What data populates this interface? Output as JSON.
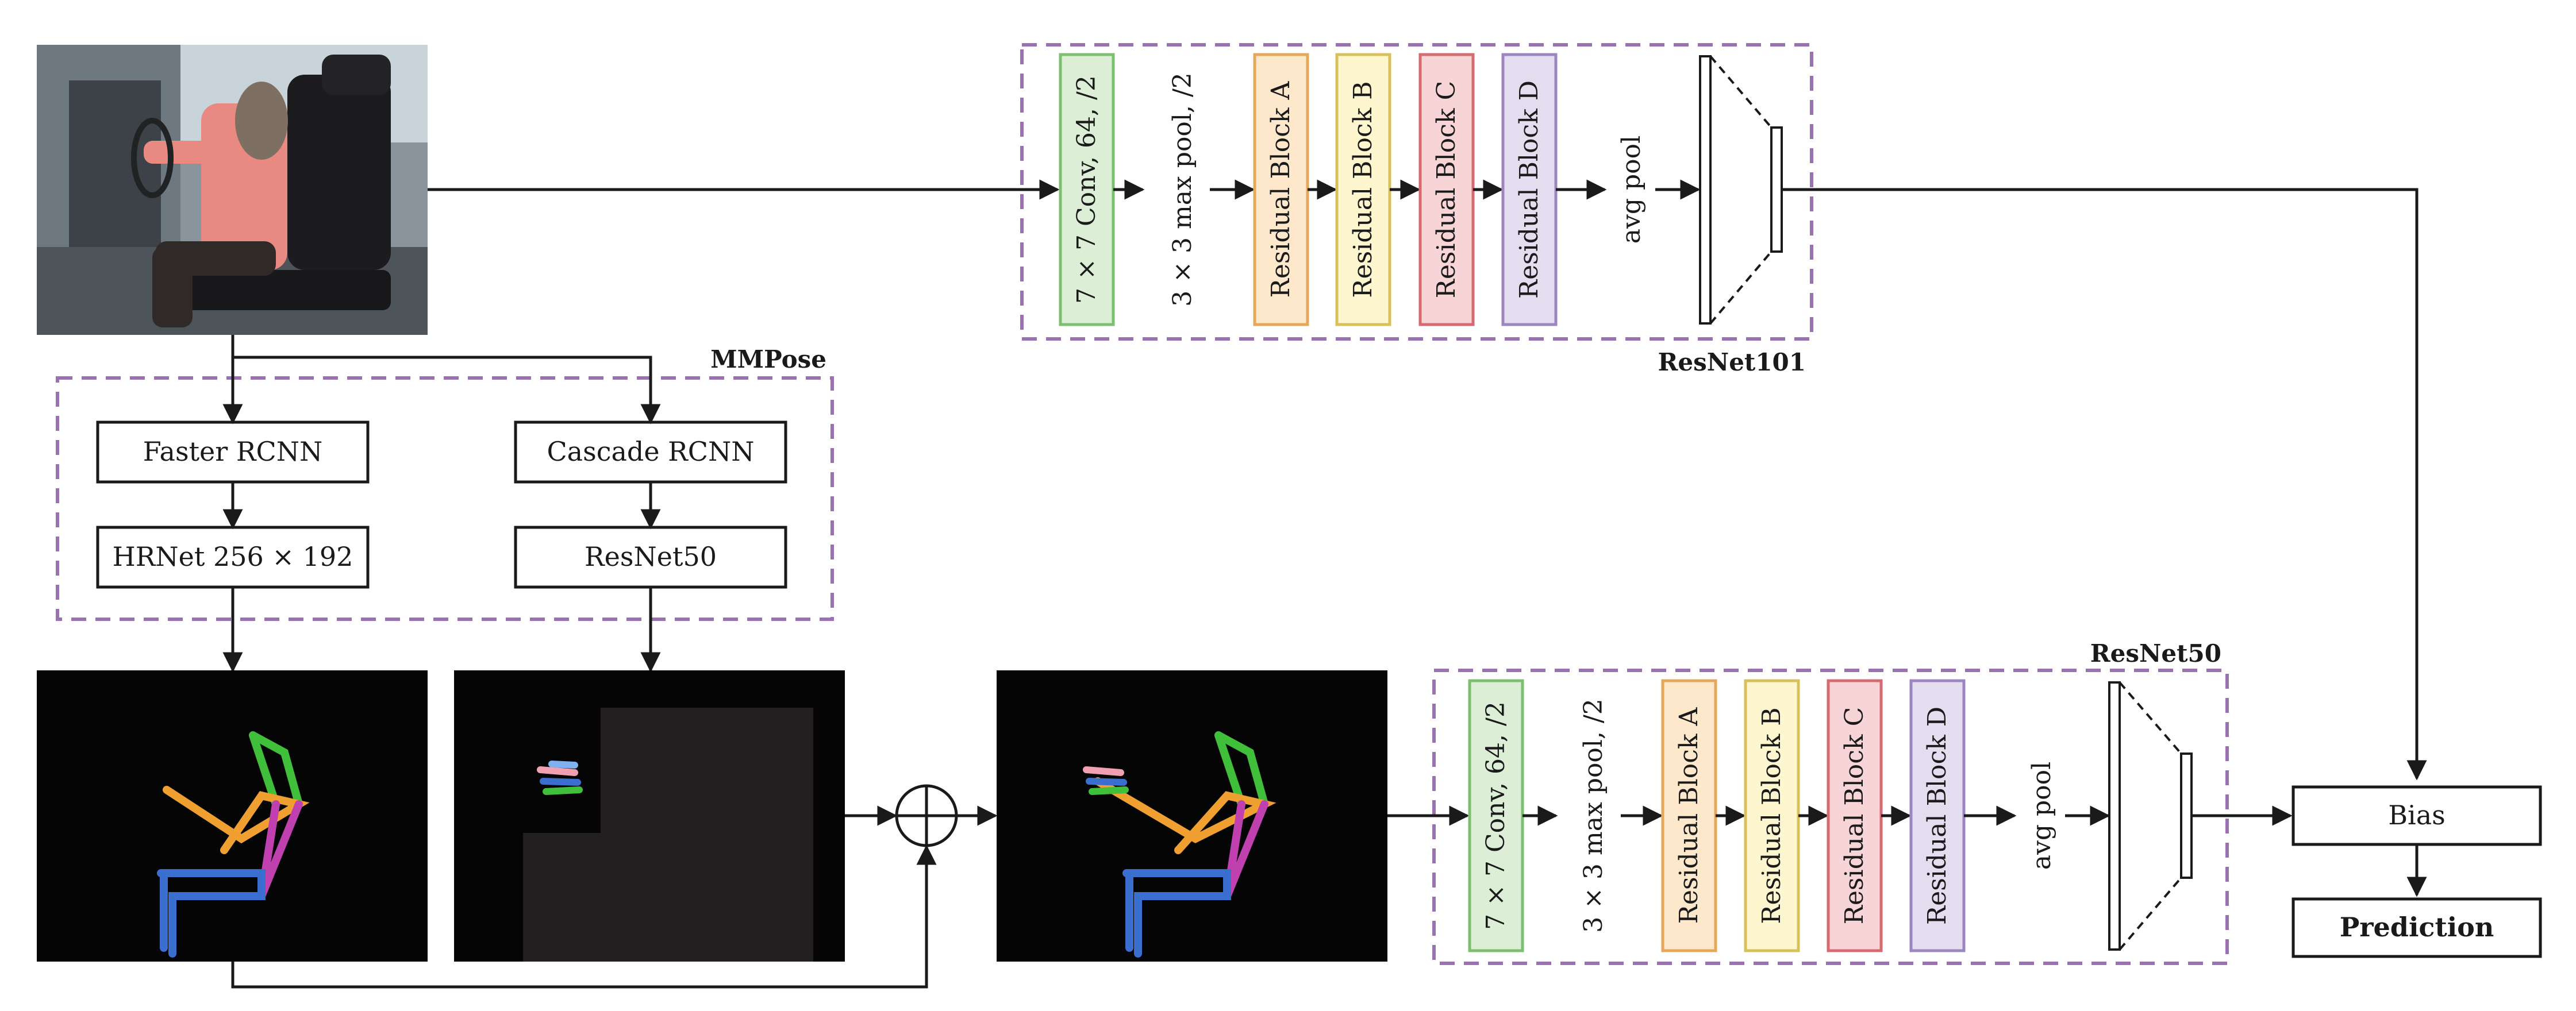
{
  "colors": {
    "conv": "#dcefd6",
    "conv_border": "#7cbf6e",
    "block_a": "#fde8cc",
    "block_a_border": "#e5a85a",
    "block_b": "#fdf6cf",
    "block_b_border": "#d9c15a",
    "block_c": "#f7d4d6",
    "block_c_border": "#d66a72",
    "block_d": "#e4dcef",
    "block_d_border": "#9b86c0",
    "dashed_group": "#9b72b0",
    "pose_green": "#3fbf3a",
    "pose_orange": "#f0a030",
    "pose_magenta": "#c040b0",
    "pose_blue": "#3a6fd0",
    "pose_pink": "#f0a0b0",
    "pose_dark": "#050505"
  },
  "groups": {
    "mmpose": "MMPose",
    "resnet101": "ResNet101",
    "resnet50": "ResNet50"
  },
  "detection": {
    "faster_rcnn": "Faster RCNN",
    "hrnet": "HRNet 256 × 192",
    "cascade_rcnn": "Cascade RCNN",
    "resnet50": "ResNet50"
  },
  "backbone": {
    "conv": "7 × 7 Conv, 64, /2",
    "maxpool": "3 × 3 max pool, /2",
    "block_a": "Residual Block A",
    "block_b": "Residual Block B",
    "block_c": "Residual Block C",
    "block_d": "Residual Block D",
    "avgpool": "avg pool"
  },
  "output": {
    "bias": "Bias",
    "prediction": "Prediction"
  }
}
